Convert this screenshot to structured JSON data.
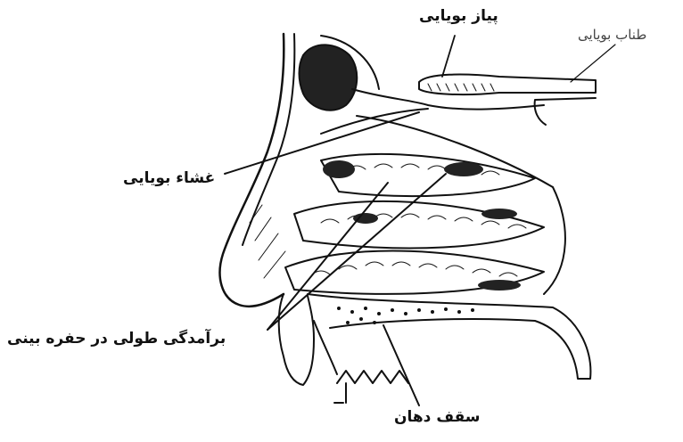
{
  "labels": {
    "olfactory_bulb": "پیاز بویایی",
    "olfactory_tract": "طناب بویایی",
    "olfactory_membrane": "غشاء بویایی",
    "nasal_concha": "برآمدگی طولی در حفره بینی",
    "palate": "سقف دهان"
  },
  "colors": {
    "ink": "#111111",
    "paper": "#ffffff"
  }
}
